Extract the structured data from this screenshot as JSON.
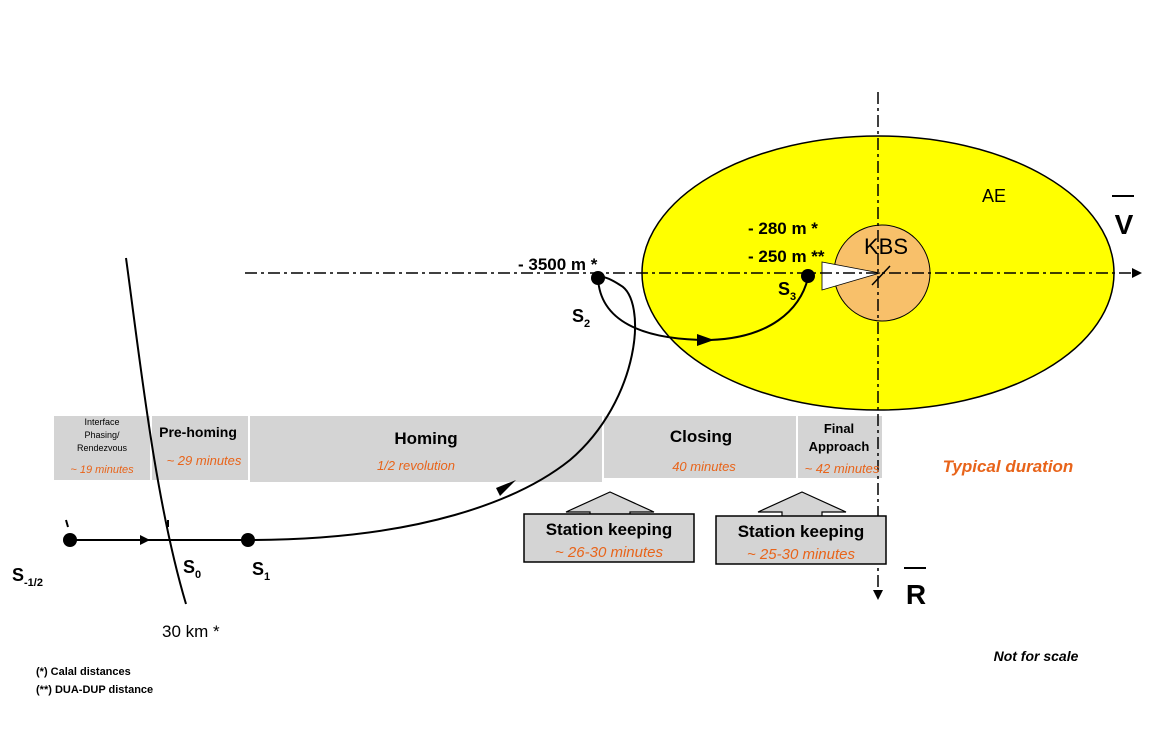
{
  "phases": [
    {
      "name_lines": [
        "Interface",
        "Phasing/",
        "Rendezvous"
      ],
      "duration": "~ 19 minutes"
    },
    {
      "name_lines": [
        "Pre-homing"
      ],
      "duration": "~ 29 minutes"
    },
    {
      "name_lines": [
        "Homing"
      ],
      "duration": "1/2 revolution"
    },
    {
      "name_lines": [
        "Closing"
      ],
      "duration": "40 minutes"
    },
    {
      "name_lines": [
        "Final",
        "Approach"
      ],
      "duration": "~ 42 minutes"
    }
  ],
  "typical_duration": "Typical duration",
  "station_keeping": [
    {
      "label": "Station keeping",
      "duration": "~ 26-30 minutes"
    },
    {
      "label": "Station keeping",
      "duration": "~ 25-30 minutes"
    }
  ],
  "labels": {
    "ae": "AE",
    "kbs": "KBS",
    "v_axis": "V",
    "r_axis": "R",
    "d3500": "- 3500 m *",
    "d280": "- 280 m *",
    "d250": "- 250 m **",
    "d30km": "30 km *",
    "not_for_scale": "Not for scale"
  },
  "points": [
    {
      "base": "S",
      "sub": "-1/2"
    },
    {
      "base": "S",
      "sub": "0"
    },
    {
      "base": "S",
      "sub": "1"
    },
    {
      "base": "S",
      "sub": "2"
    },
    {
      "base": "S",
      "sub": "3"
    }
  ],
  "footnotes": [
    "(*) Calal distances",
    "(**) DUA-DUP distance"
  ],
  "colors": {
    "ae_fill": "#ffff00",
    "kbs_fill": "#f8c06a",
    "phase_bar": "#d4d4d4",
    "orange_text": "#e8641a",
    "station_box": "#d4d4d4"
  }
}
